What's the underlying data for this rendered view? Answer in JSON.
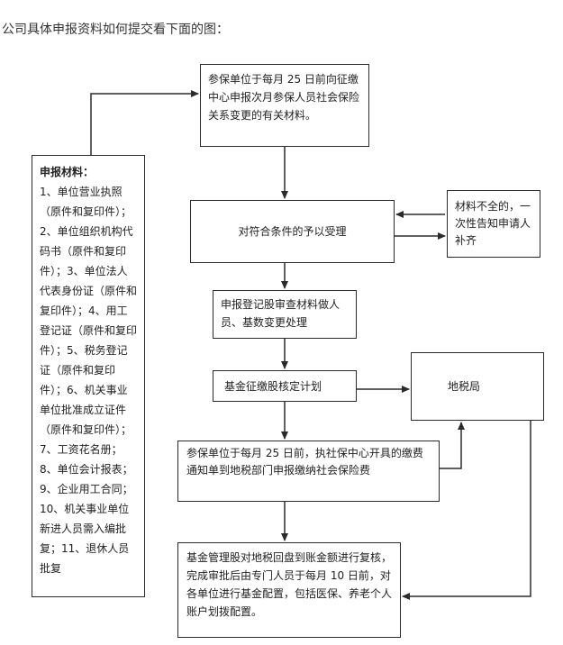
{
  "intro_text": "公司具体申报资料如何提交看下面的图：",
  "boxes": {
    "b1": "参保单位于每月 25 日前向征缴中心申报次月参保人员社会保险关系变更的有关材料。",
    "b2": "对符合条件的予以受理",
    "b3": "材料不全的，一次性告知申请人补齐",
    "b4": "申报登记股审查材料做人员、基数变更处理",
    "b5": "基金征缴股核定计划",
    "b6": "地税局",
    "b7": "参保单位于每月 25 日前，执社保中心开具的缴费通知单到地税部门申报缴纳社会保险费",
    "b8": "基金管理股对地税回盘到账金额进行复核，完成审批后由专门人员于每月 10 日前，对各单位进行基金配置，包括医保、养老个人账户划拨配置。"
  },
  "left_box": {
    "title": "申报材料：",
    "body": "1、单位营业执照（原件和复印件）；2、单位组织机构代码书（原件和复印件）；3、单位法人代表身份证（原件和复印件）；4、用工登记证（原件和复印件）；5、税务登记证（原件和复印件）；6、机关事业单位批准成立证件（原件和复印件）；7、工资花名册；8、单位会计报表；9、企业用工合同；10、机关事业单位新进人员需入编批复；11、退休人员批复"
  },
  "colors": {
    "border": "#2b2b2b",
    "text": "#222222"
  }
}
